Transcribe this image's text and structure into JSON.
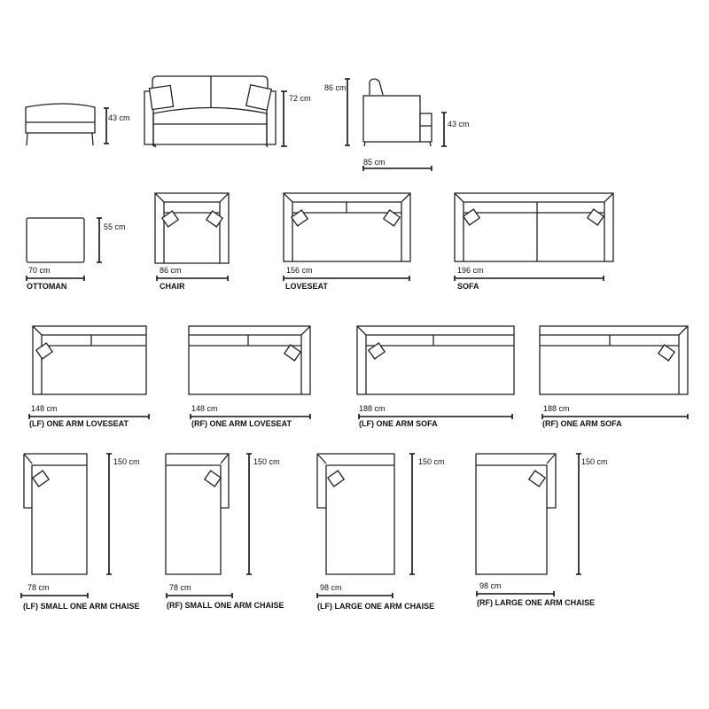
{
  "elevations": {
    "ottoman_height": "43 cm",
    "sofa_front_height": "72 cm",
    "side_total_height": "86 cm",
    "side_seat_height": "43 cm",
    "side_depth": "85 cm"
  },
  "pieces": [
    {
      "name": "OTTOMAN",
      "width": "70 cm",
      "depth": "55 cm"
    },
    {
      "name": "CHAIR",
      "width": "86 cm"
    },
    {
      "name": "LOVESEAT",
      "width": "156 cm"
    },
    {
      "name": "SOFA",
      "width": "196 cm"
    },
    {
      "name": "(LF) ONE ARM LOVESEAT",
      "width": "148 cm"
    },
    {
      "name": "(RF) ONE ARM LOVESEAT",
      "width": "148 cm"
    },
    {
      "name": "(LF) ONE ARM SOFA",
      "width": "188 cm"
    },
    {
      "name": "(RF) ONE ARM SOFA",
      "width": "188 cm"
    },
    {
      "name": "(LF) SMALL ONE ARM CHAISE",
      "width": "78 cm",
      "length": "150 cm"
    },
    {
      "name": "(RF) SMALL ONE ARM CHAISE",
      "width": "78 cm",
      "length": "150 cm"
    },
    {
      "name": "(LF) LARGE ONE ARM CHAISE",
      "width": "98 cm",
      "length": "150 cm"
    },
    {
      "name": "(RF) LARGE ONE ARM CHAISE",
      "width": "98 cm",
      "length": "150 cm"
    }
  ]
}
